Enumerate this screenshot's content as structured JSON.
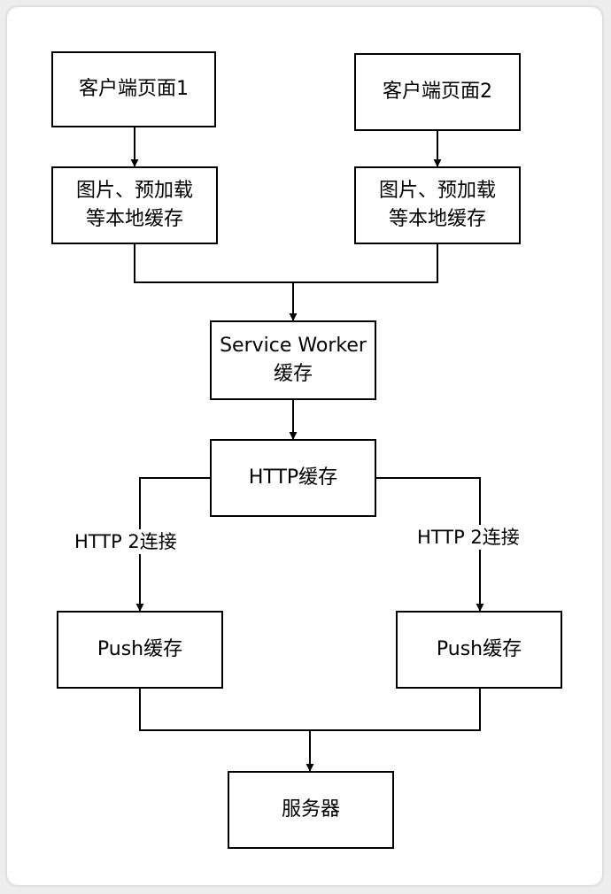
{
  "nodes": {
    "client_page_1": "客户端页面1",
    "client_page_2": "客户端页面2",
    "local_cache_1": "图片、预加载\n等本地缓存",
    "local_cache_2": "图片、预加载\n等本地缓存",
    "service_worker": "Service Worker\n缓存",
    "http_cache": "HTTP缓存",
    "push_cache_1": "Push缓存",
    "push_cache_2": "Push缓存",
    "server": "服务器"
  },
  "edges": {
    "http2_left": "HTTP 2连接",
    "http2_right": "HTTP 2连接"
  }
}
